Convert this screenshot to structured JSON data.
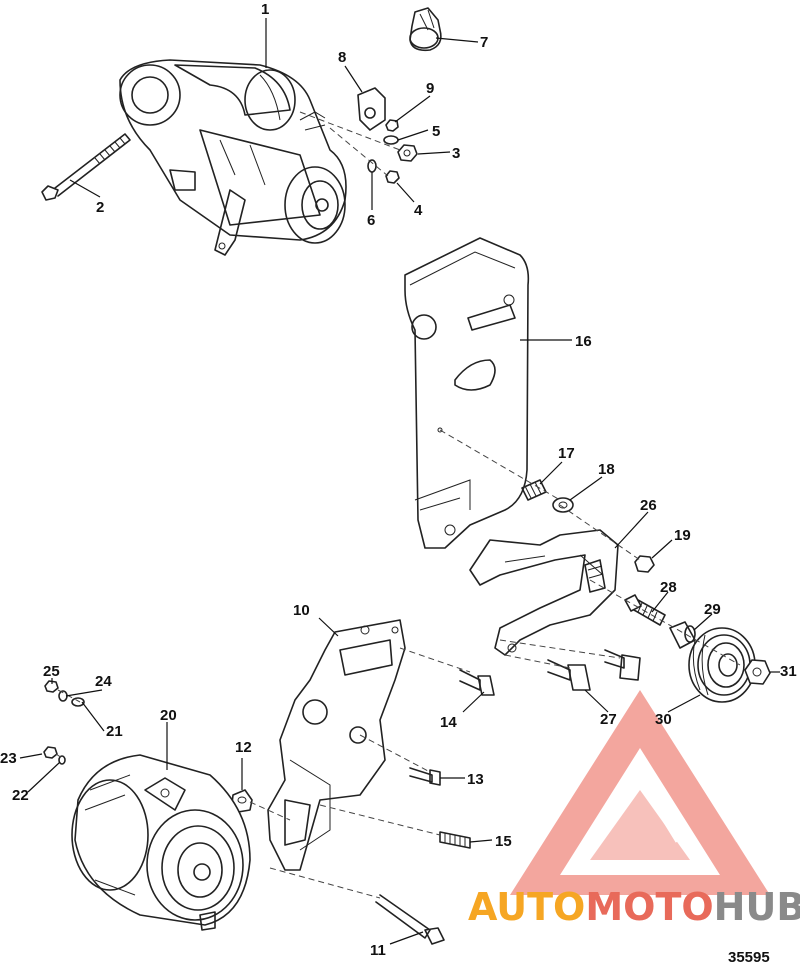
{
  "diagram": {
    "reference_number": "35595",
    "callouts": [
      "1",
      "2",
      "3",
      "4",
      "5",
      "6",
      "7",
      "8",
      "9",
      "10",
      "11",
      "12",
      "13",
      "14",
      "15",
      "16",
      "17",
      "18",
      "19",
      "20",
      "21",
      "22",
      "23",
      "24",
      "25",
      "26",
      "27",
      "28",
      "29",
      "30",
      "31"
    ]
  },
  "watermark": {
    "brand_part1": "AUTO",
    "brand_part2": "MOTO",
    "brand_part3": "HUB",
    "colors": {
      "orange": "#f6a623",
      "red": "#e86a5a",
      "gray": "#8a8a8a",
      "triangle": "#f08a80"
    }
  }
}
